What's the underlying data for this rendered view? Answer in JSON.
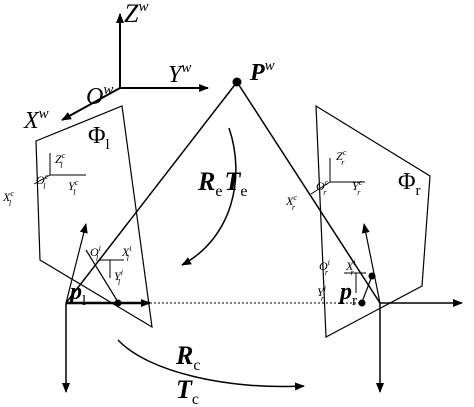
{
  "labels": {
    "world_origin": "O",
    "world_origin_sup": "w",
    "world_x": "X",
    "world_x_sup": "w",
    "world_y": "Y",
    "world_y_sup": "w",
    "world_z": "Z",
    "world_z_sup": "w",
    "point": "P",
    "point_sup": "w",
    "left_plane": "Φ",
    "left_plane_sub": "l",
    "right_plane": "Φ",
    "right_plane_sub": "r",
    "rotation_e": "R",
    "rotation_e_sub": "e",
    "translation_e": "T",
    "translation_e_sub": "e",
    "rotation_c": "R",
    "rotation_c_sub": "c",
    "translation_c": "T",
    "translation_c_sub": "c",
    "left_cam_origin": "O",
    "left_cam_origin_sup": "c",
    "left_cam_origin_sub": "l",
    "left_cam_x": "X",
    "left_cam_x_sup": "c",
    "left_cam_x_sub": "l",
    "left_cam_y": "Y",
    "left_cam_y_sup": "c",
    "left_cam_y_sub": "l",
    "left_cam_z": "Z",
    "left_cam_z_sup": "c",
    "left_cam_z_sub": "l",
    "right_cam_origin": "O",
    "right_cam_origin_sup": "c",
    "right_cam_origin_sub": "r",
    "right_cam_x": "X",
    "right_cam_x_sup": "c",
    "right_cam_x_sub": "r",
    "right_cam_y": "Y",
    "right_cam_y_sup": "c",
    "right_cam_y_sub": "r",
    "right_cam_z": "Z",
    "right_cam_z_sup": "c",
    "right_cam_z_sub": "r",
    "left_img_origin": "O",
    "left_img_origin_sup": "i",
    "left_img_origin_sub": "l",
    "left_img_x": "X",
    "left_img_x_sup": "i",
    "left_img_x_sub": "l",
    "left_img_y": "Y",
    "left_img_y_sup": "i",
    "left_img_y_sub": "l",
    "right_img_origin": "O",
    "right_img_origin_sup": "i",
    "right_img_origin_sub": "r",
    "right_img_x": "X",
    "right_img_x_sup": "i",
    "right_img_x_sub": "r",
    "right_img_y": "Y",
    "right_img_y_sup": "i",
    "right_img_y_sub": "r",
    "left_point": "p",
    "left_point_sub": "l",
    "right_point": "p",
    "right_point_sub": "r"
  }
}
